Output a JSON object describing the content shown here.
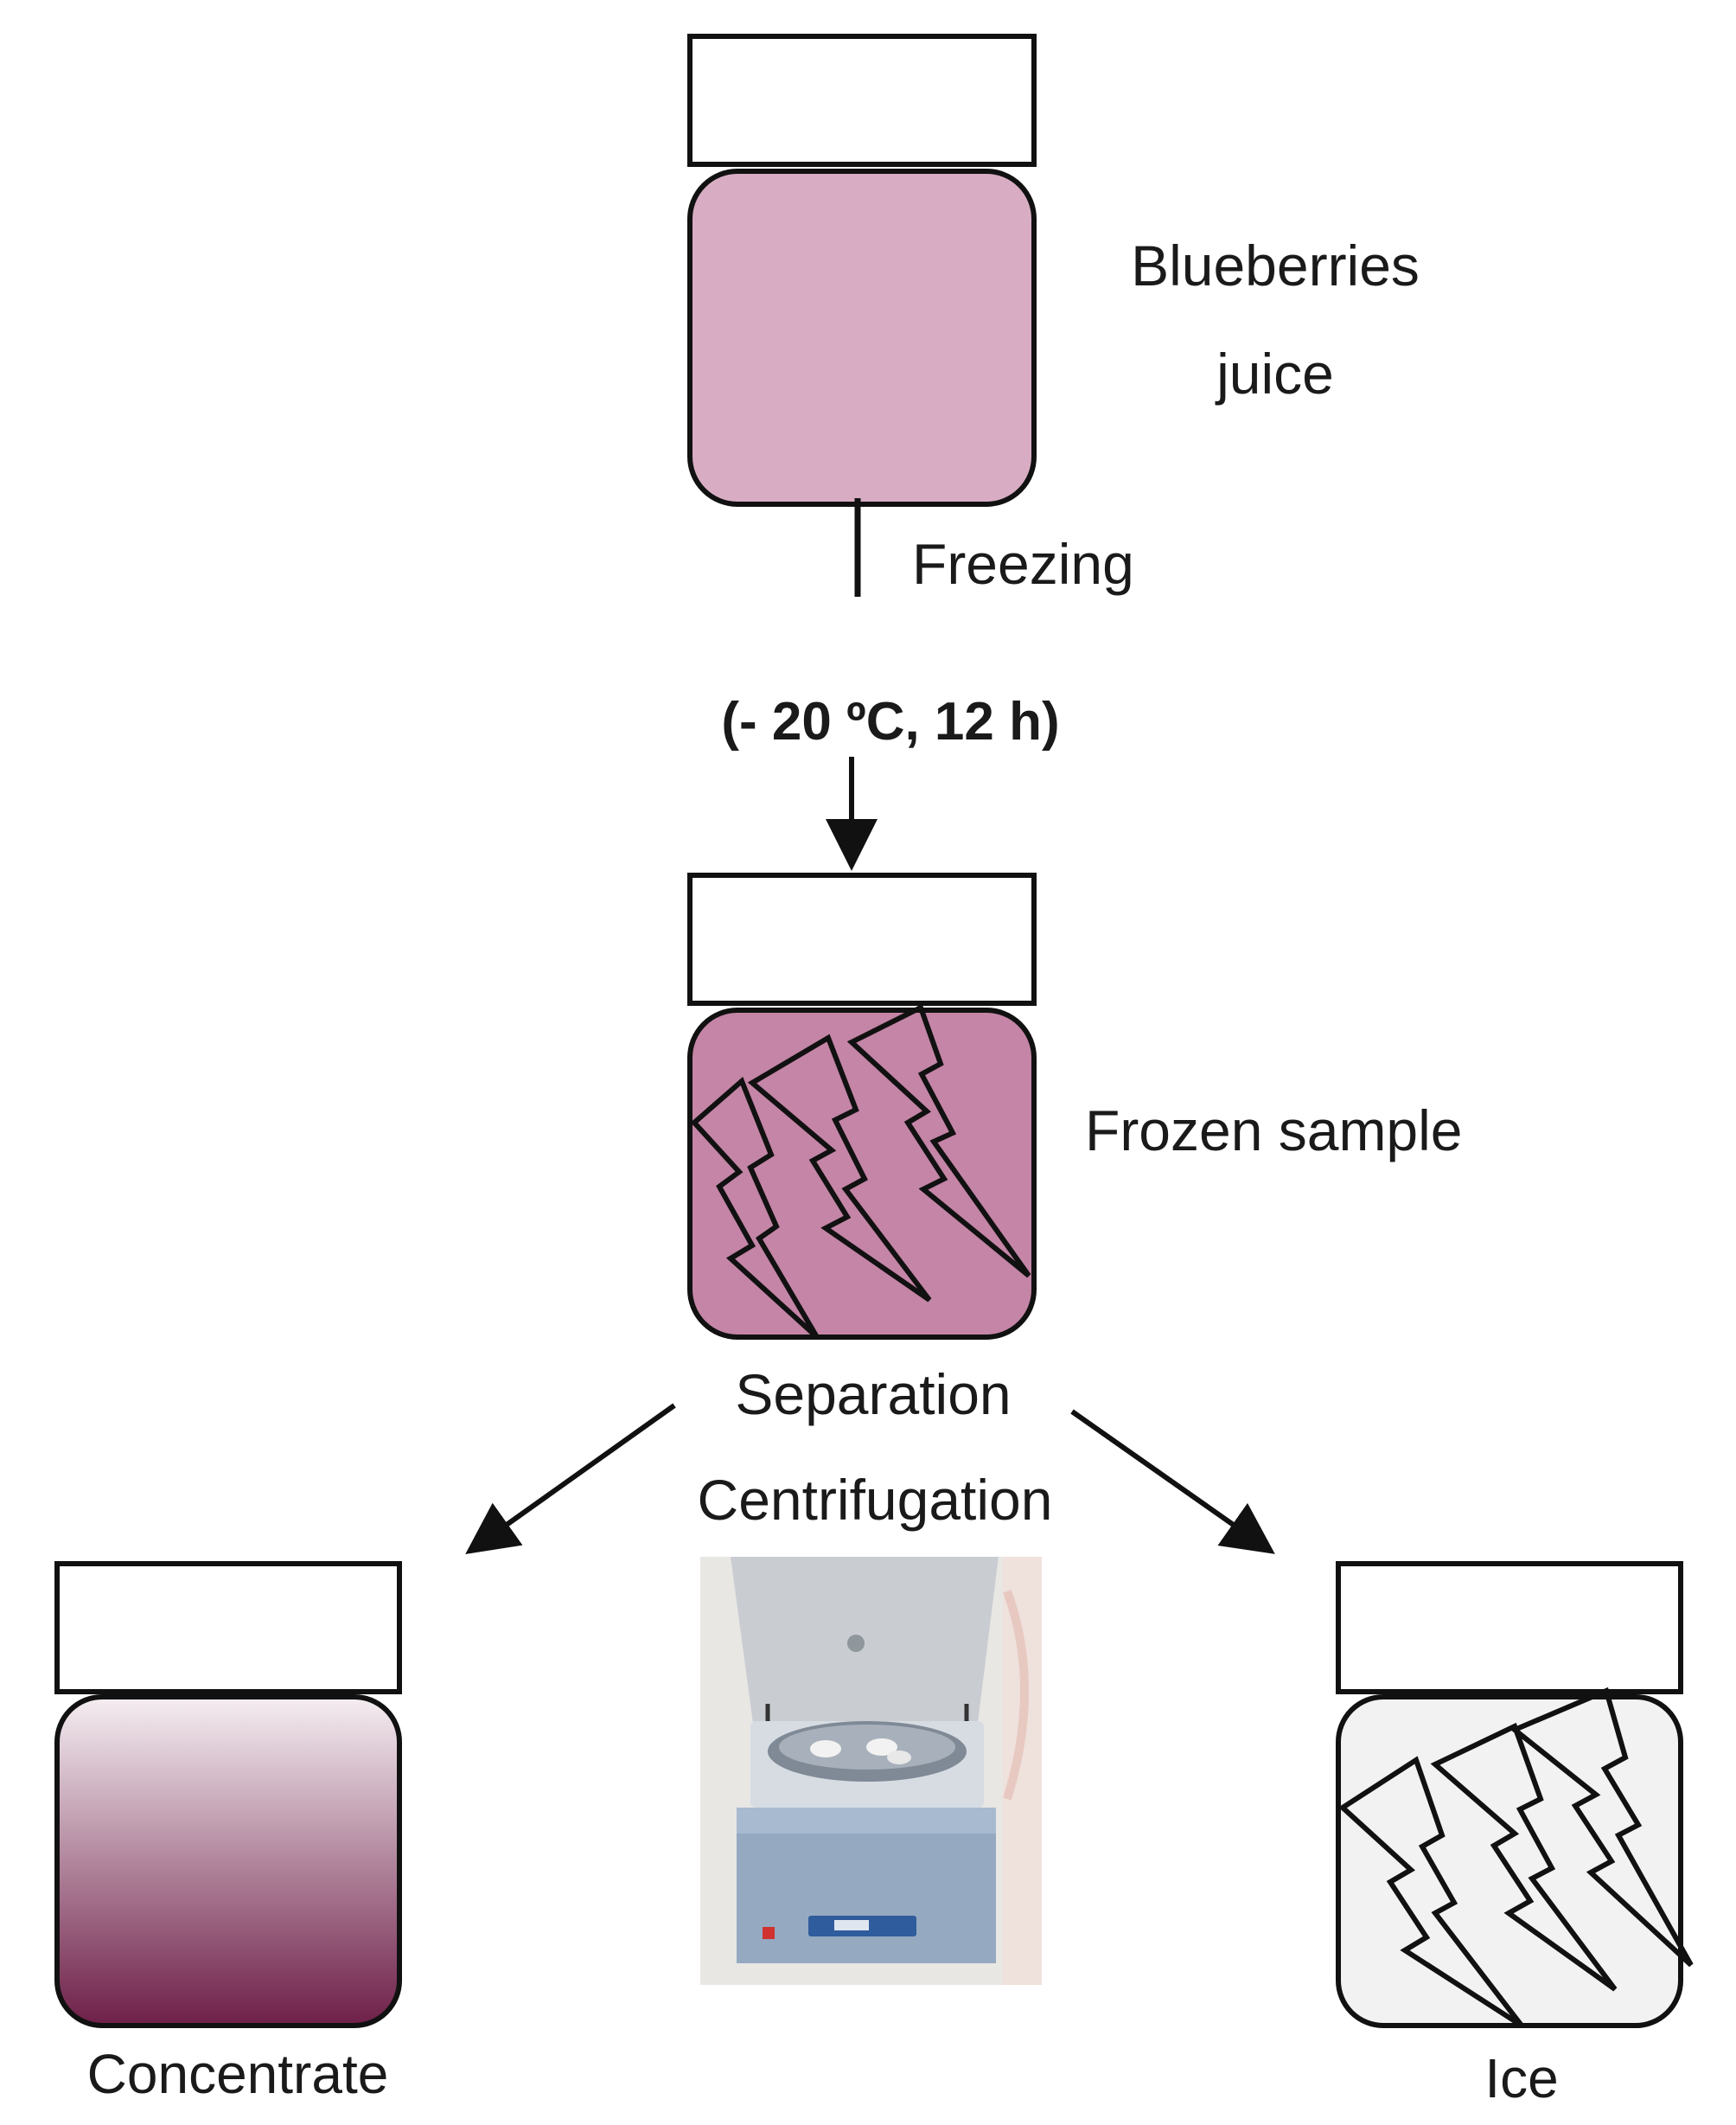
{
  "labels": {
    "juice_line1": "Blueberries",
    "juice_line2": "juice",
    "freezing": "Freezing",
    "conditions": "(- 20 ºC, 12 h)",
    "frozen": "Frozen sample",
    "separation": "Separation",
    "centrifugation": "Centrifugation",
    "concentrate": "Concentrate",
    "ice": "Ice"
  },
  "colors": {
    "juice": "#d8adc3",
    "frozen": "#c485a6",
    "concentrate_top": "#f5eef2",
    "concentrate_bottom": "#6e1f48",
    "ice": "#f2f2f2",
    "stroke": "#111111"
  },
  "icons": {
    "centrifuge": "centrifuge-photo"
  }
}
